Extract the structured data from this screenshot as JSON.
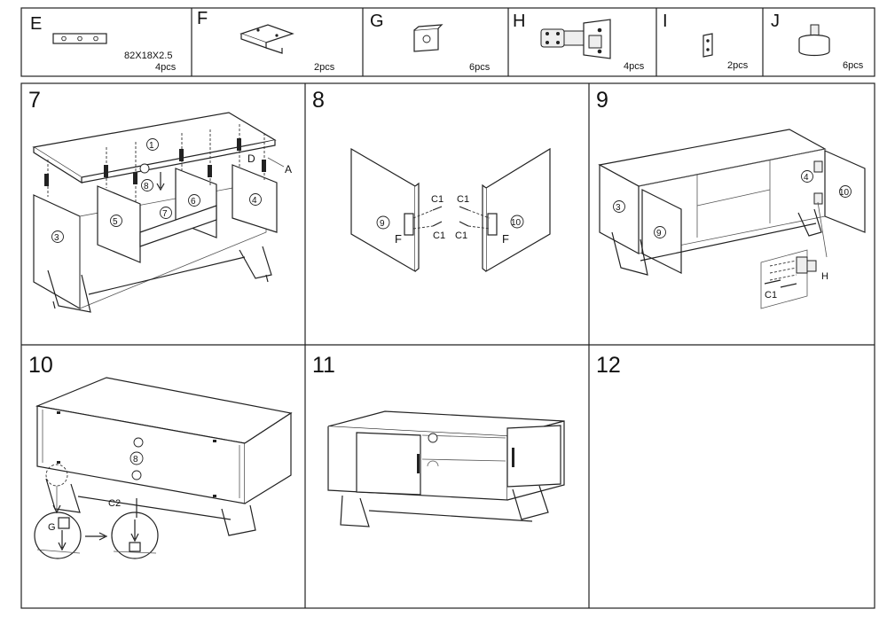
{
  "parts": [
    {
      "letter": "E",
      "size": "82X18X2.5",
      "qty": "4pcs"
    },
    {
      "letter": "F",
      "qty": "2pcs"
    },
    {
      "letter": "G",
      "qty": "6pcs"
    },
    {
      "letter": "H",
      "qty": "4pcs"
    },
    {
      "letter": "I",
      "qty": "2pcs"
    },
    {
      "letter": "J",
      "qty": "6pcs"
    }
  ],
  "steps": {
    "s7": {
      "num": "7",
      "p1": "1",
      "p3": "3",
      "p4": "4",
      "p5": "5",
      "p6": "6",
      "p7": "7",
      "p8": "8",
      "lD": "D",
      "lA": "A"
    },
    "s8": {
      "num": "8",
      "c1": "C1",
      "p9": "9",
      "p10": "10",
      "f": "F"
    },
    "s9": {
      "num": "9",
      "p3": "3",
      "p4": "4",
      "p9": "9",
      "p10": "10",
      "h": "H",
      "c1": "C1"
    },
    "s10": {
      "num": "10",
      "p8": "8",
      "c2": "C2",
      "g": "G"
    },
    "s11": {
      "num": "11"
    },
    "s12": {
      "num": "12"
    }
  }
}
